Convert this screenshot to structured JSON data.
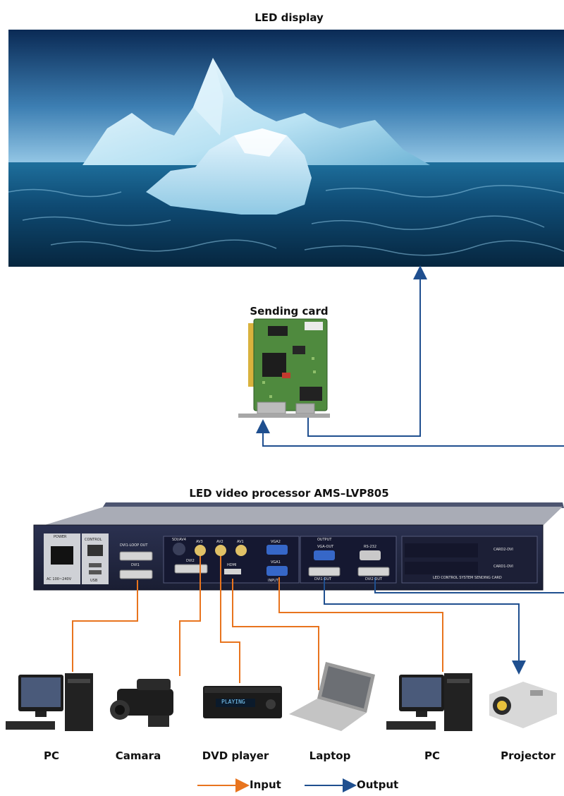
{
  "titles": {
    "led_display": "LED display",
    "sending_card": "Sending card",
    "processor": "LED video processor AMS–LVP805"
  },
  "processor_panel": {
    "power": "POWER",
    "control": "CONTROL",
    "ac": "AC 100~240V",
    "usb": "USB",
    "dvi1_loop": "DVI1-LOOP OUT",
    "dvi1": "DVI1",
    "sdi": "SDI/AV4",
    "av3": "AV3",
    "av2": "AV2",
    "av1": "AV1",
    "dvi2": "DVI2",
    "hdmi": "HDMI",
    "vga2": "VGA2",
    "vga1": "VGA1",
    "input": "INPUT",
    "output": "OUTPUT",
    "vga_out": "VGA-OUT",
    "rs232": "RS-232",
    "dvi1_out": "DVI1 OUT",
    "dvi2_out": "DVI2 OUT",
    "card2": "CARD2-DVI",
    "card1": "CARD1-DVI",
    "sending_card_slot": "LED CONTROL SYSTEM SENDING CARD"
  },
  "dvd_display_text": "PLAYING",
  "devices": [
    "PC",
    "Camara",
    "DVD player",
    "Laptop",
    "PC",
    "Projector"
  ],
  "legend": {
    "input": "Input",
    "output": "Output"
  },
  "colors": {
    "input_line": "#e8741e",
    "output_line": "#1f4f8f"
  }
}
